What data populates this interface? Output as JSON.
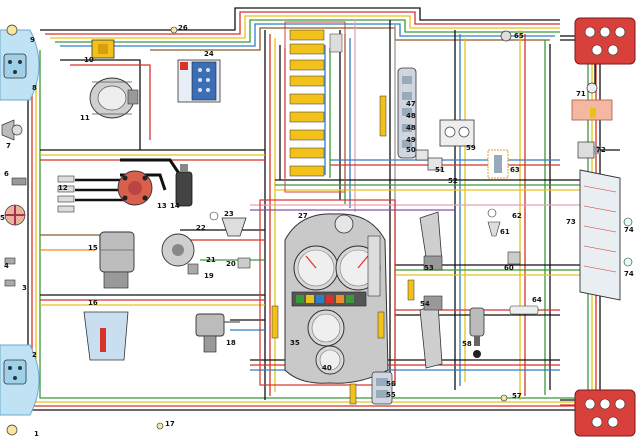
{
  "colors": {
    "headlight": "#bfe3f5",
    "tail_lamp": "#d8403c",
    "fuse_block": "#f2c21b",
    "cluster": "#c9c9c9",
    "wire_black": "#111111",
    "wire_red": "#d9322b",
    "wire_yellow": "#e6c21a",
    "wire_green": "#3a9a3a",
    "wire_blue": "#2f7fc6",
    "wire_brown": "#8a5a2a",
    "wire_pink": "#e7a0b4",
    "wire_grey": "#9a9a9a",
    "wire_violet": "#8a4fa8",
    "wire_orange": "#ee8a2a"
  },
  "labels": {
    "n1": "1",
    "n2": "2",
    "n3": "3",
    "n4": "4",
    "n5": "5",
    "n6": "6",
    "n7": "7",
    "n8": "8",
    "n9": "9",
    "n10": "10",
    "n11": "11",
    "n12": "12",
    "n13": "13",
    "n14": "14",
    "n15": "15",
    "n16": "16",
    "n17": "17",
    "n18": "18",
    "n19": "19",
    "n20": "20",
    "n21": "21",
    "n22": "22",
    "n23": "23",
    "n24": "24",
    "n26": "26",
    "n27": "27",
    "n40": "40",
    "n47": "47",
    "n48a": "48",
    "n48b": "48",
    "n49": "49",
    "n50": "50",
    "n51": "51",
    "n52": "52",
    "n53": "53",
    "n54": "54",
    "n55": "55",
    "n56": "56",
    "n57": "57",
    "n58": "58",
    "n59": "59",
    "n60": "60",
    "n61": "61",
    "n62": "62",
    "n63": "63",
    "n64": "64",
    "n65": "65",
    "n71": "71",
    "n72": "72",
    "n73": "73",
    "n74a": "74",
    "n74b": "74",
    "n35": "35"
  }
}
